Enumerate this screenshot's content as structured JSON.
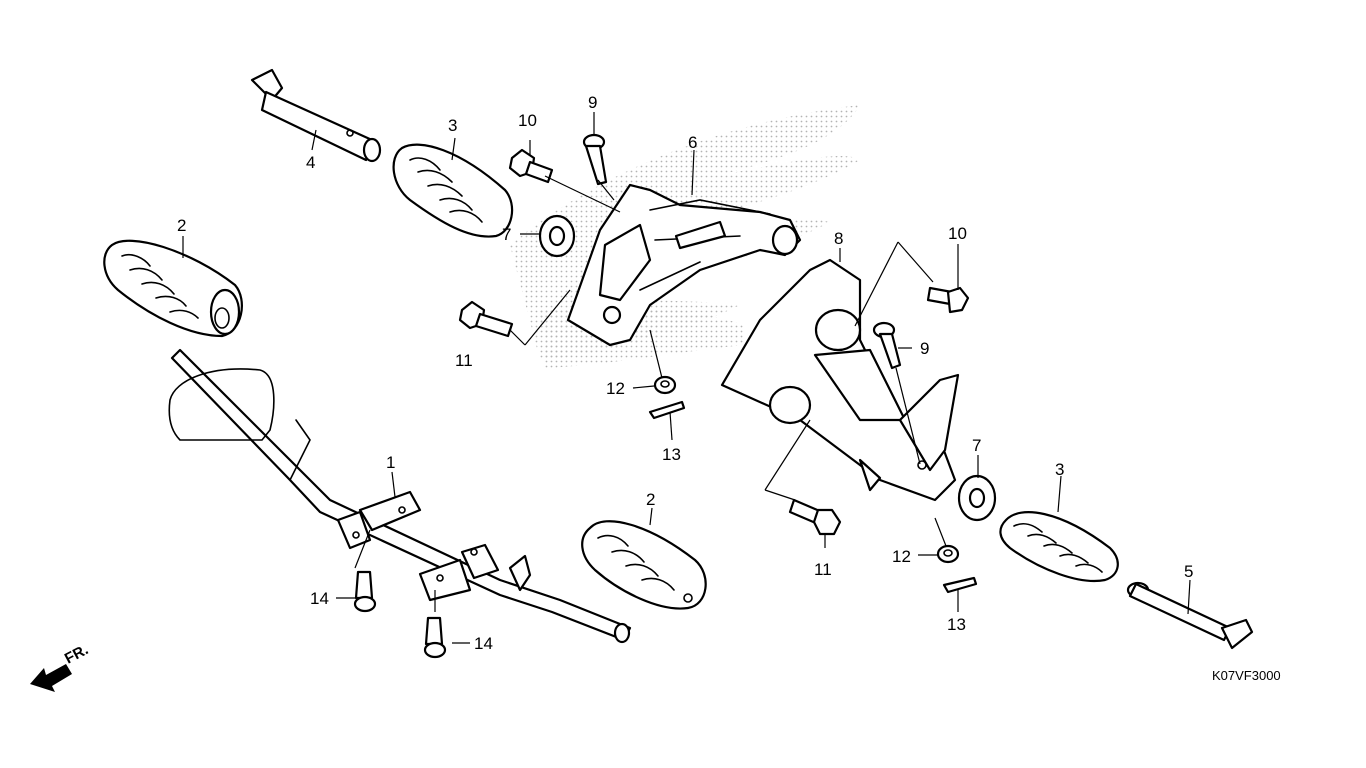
{
  "diagram_code": "K07VF3000",
  "front_marker": {
    "label": "FR.",
    "icon": "arrow-down-left"
  },
  "callouts": [
    {
      "id": "c1",
      "label": "1"
    },
    {
      "id": "c2a",
      "label": "2"
    },
    {
      "id": "c2b",
      "label": "2"
    },
    {
      "id": "c3a",
      "label": "3"
    },
    {
      "id": "c3b",
      "label": "3"
    },
    {
      "id": "c4",
      "label": "4"
    },
    {
      "id": "c5",
      "label": "5"
    },
    {
      "id": "c6",
      "label": "6"
    },
    {
      "id": "c7a",
      "label": "7"
    },
    {
      "id": "c7b",
      "label": "7"
    },
    {
      "id": "c8",
      "label": "8"
    },
    {
      "id": "c9a",
      "label": "9"
    },
    {
      "id": "c9b",
      "label": "9"
    },
    {
      "id": "c10a",
      "label": "10"
    },
    {
      "id": "c10b",
      "label": "10"
    },
    {
      "id": "c11a",
      "label": "11"
    },
    {
      "id": "c11b",
      "label": "11"
    },
    {
      "id": "c12a",
      "label": "12"
    },
    {
      "id": "c12b",
      "label": "12"
    },
    {
      "id": "c13a",
      "label": "13"
    },
    {
      "id": "c13b",
      "label": "13"
    },
    {
      "id": "c14a",
      "label": "14"
    },
    {
      "id": "c14b",
      "label": "14"
    }
  ]
}
